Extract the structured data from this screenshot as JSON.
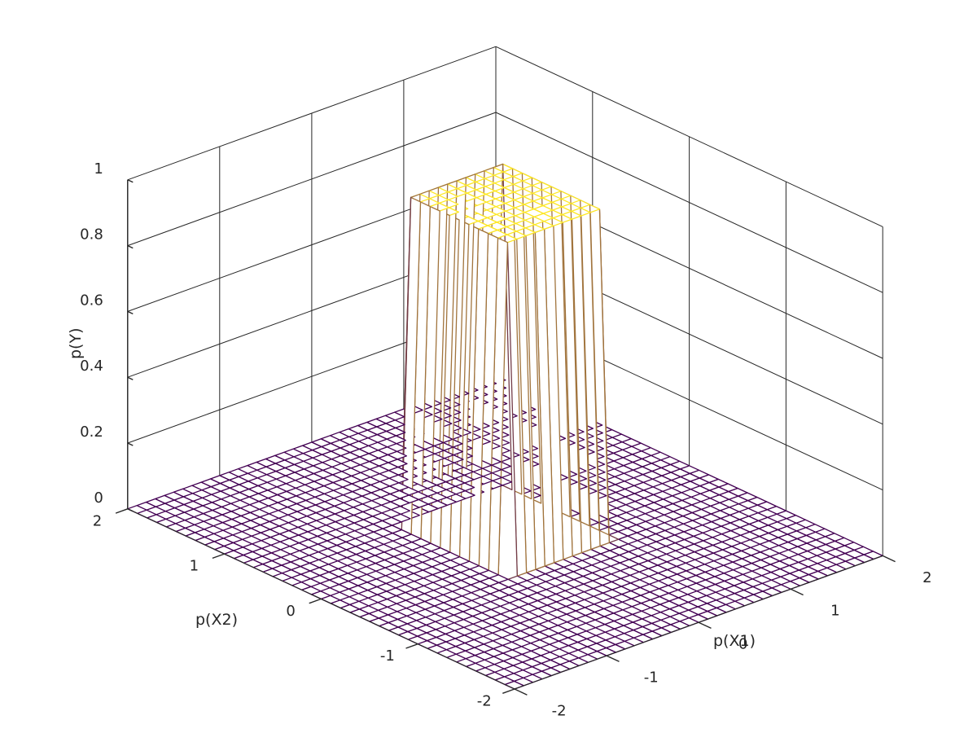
{
  "chart_data": {
    "type": "surface",
    "title": "",
    "xlabel": "p(X1)",
    "ylabel": "p(X2)",
    "zlabel": "p(Y)",
    "x_range": [
      -2,
      2
    ],
    "y_range": [
      -2,
      2
    ],
    "z_range": [
      0,
      1
    ],
    "x_ticks": [
      -2,
      -1,
      0,
      1,
      2
    ],
    "x_tick_labels": [
      "-2",
      "-1",
      "0",
      "1",
      "2"
    ],
    "y_ticks": [
      -2,
      -1,
      0,
      1,
      2
    ],
    "y_tick_labels": [
      "-2",
      "-1",
      "0",
      "1",
      "2"
    ],
    "z_ticks": [
      0,
      0.2,
      0.4,
      0.6,
      0.8,
      1
    ],
    "z_tick_labels": [
      "0",
      "0.2",
      "0.4",
      "0.6",
      "0.8",
      "1"
    ],
    "grid": true,
    "mesh": {
      "x_min": -2,
      "x_max": 2,
      "y_min": -2,
      "y_max": 2,
      "x_step": 0.1,
      "y_step": 0.1
    },
    "function": "p(Y) = 1 where -0.5 <= p(X1) <= 0.5 and -0.5 <= p(X2) <= 0.5, otherwise 0",
    "plateau": {
      "x_range": [
        -0.5,
        0.5
      ],
      "y_range": [
        -0.5,
        0.5
      ],
      "value": 1
    },
    "colormap": "viridis",
    "colors": {
      "low": "#440154",
      "high": "#fde725",
      "axes": "#262626",
      "face": "#ffffff"
    }
  }
}
